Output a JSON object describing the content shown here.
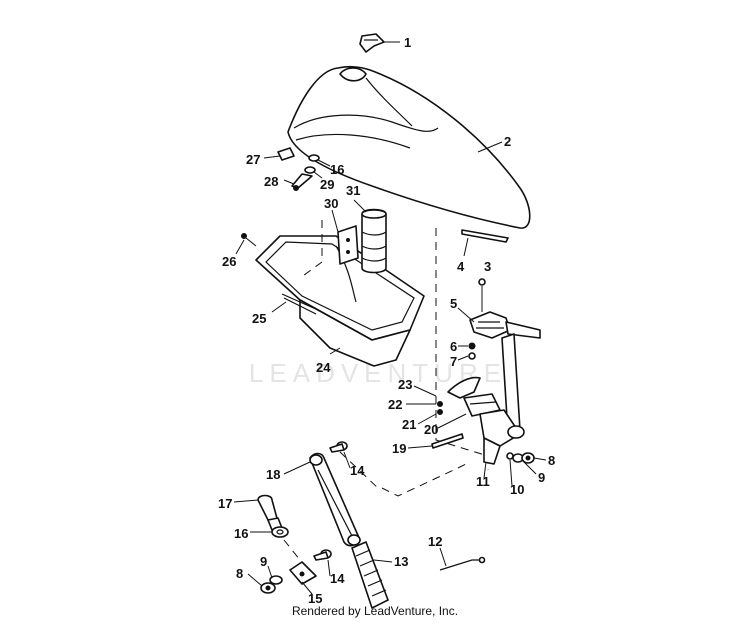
{
  "watermark": "LEADVENTURE",
  "footer": "Rendered by LeadVenture, Inc.",
  "callouts": [
    "1",
    "2",
    "3",
    "4",
    "5",
    "6",
    "7",
    "8",
    "9",
    "10",
    "11",
    "12",
    "13",
    "14",
    "15",
    "16",
    "17",
    "18",
    "19",
    "20",
    "21",
    "22",
    "23",
    "24",
    "25",
    "26",
    "27",
    "28",
    "29",
    "30",
    "31",
    "14",
    "16",
    "9",
    "8"
  ]
}
